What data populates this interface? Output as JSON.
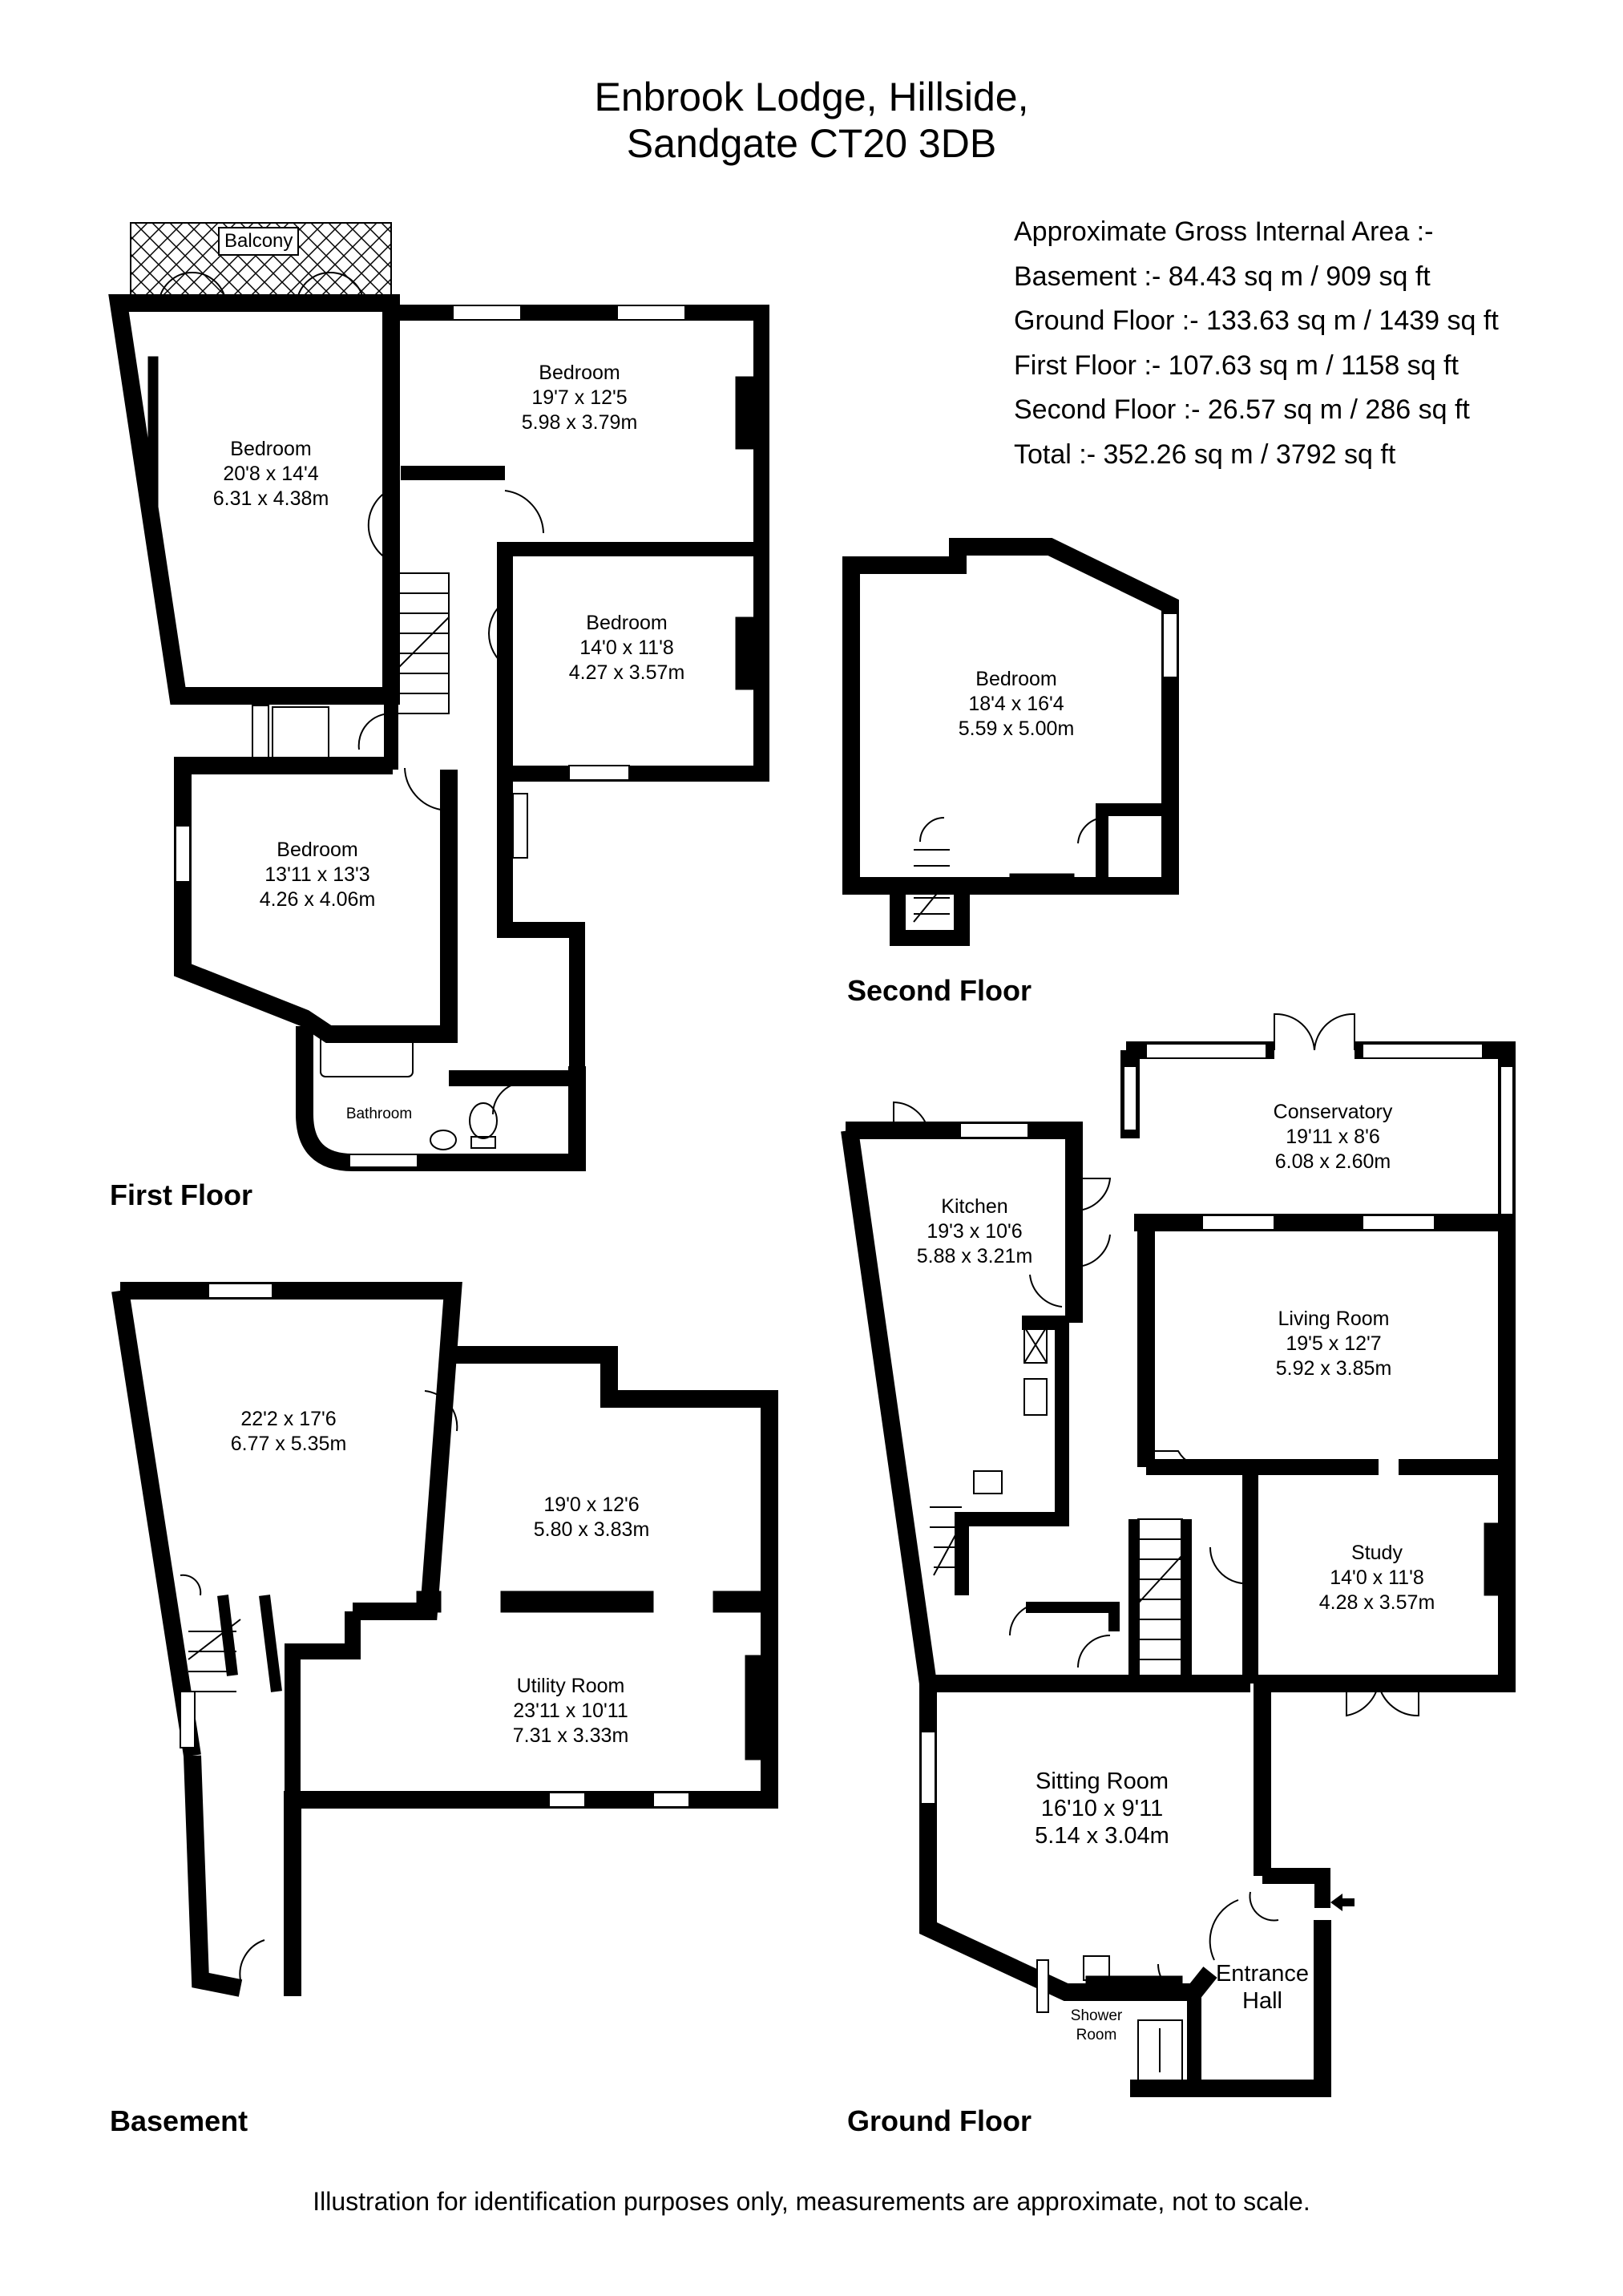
{
  "header": {
    "title_line1": "Enbrook Lodge, Hillside,",
    "title_line2": "Sandgate CT20 3DB"
  },
  "area_summary": {
    "heading": "Approximate Gross Internal Area :-",
    "rows": [
      {
        "text": "Basement :- 84.43 sq m / 909 sq ft"
      },
      {
        "text": "Ground Floor :- 133.63 sq m / 1439 sq ft"
      },
      {
        "text": "First Floor :- 107.63 sq m / 1158 sq ft"
      },
      {
        "text": "Second Floor :- 26.57 sq m / 286 sq ft"
      },
      {
        "text": "Total :- 352.26 sq m / 3792 sq ft"
      }
    ]
  },
  "floors": {
    "first": {
      "label": "First Floor",
      "balcony": "Balcony",
      "rooms": [
        {
          "name": "Bedroom",
          "imperial": "20'8 x 14'4",
          "metric": "6.31 x 4.38m"
        },
        {
          "name": "Bedroom",
          "imperial": "19'7 x 12'5",
          "metric": "5.98 x 3.79m"
        },
        {
          "name": "Bedroom",
          "imperial": "14'0 x 11'8",
          "metric": "4.27 x 3.57m"
        },
        {
          "name": "Bedroom",
          "imperial": "13'11 x 13'3",
          "metric": "4.26 x 4.06m"
        },
        {
          "name": "Bathroom"
        }
      ]
    },
    "second": {
      "label": "Second Floor",
      "rooms": [
        {
          "name": "Bedroom",
          "imperial": "18'4 x 16'4",
          "metric": "5.59 x 5.00m"
        }
      ]
    },
    "basement": {
      "label": "Basement",
      "rooms": [
        {
          "imperial": "22'2 x 17'6",
          "metric": "6.77 x 5.35m"
        },
        {
          "imperial": "19'0 x 12'6",
          "metric": "5.80 x 3.83m"
        },
        {
          "name": "Utility Room",
          "imperial": "23'11 x 10'11",
          "metric": "7.31 x 3.33m"
        }
      ]
    },
    "ground": {
      "label": "Ground Floor",
      "rooms": [
        {
          "name": "Conservatory",
          "imperial": "19'11 x 8'6",
          "metric": "6.08 x 2.60m"
        },
        {
          "name": "Kitchen",
          "imperial": "19'3 x 10'6",
          "metric": "5.88 x 3.21m"
        },
        {
          "name": "Living Room",
          "imperial": "19'5 x 12'7",
          "metric": "5.92 x 3.85m"
        },
        {
          "name": "Study",
          "imperial": "14'0 x 11'8",
          "metric": "4.28 x 3.57m"
        },
        {
          "name": "Sitting Room",
          "imperial": "16'10 x 9'11",
          "metric": "5.14 x 3.04m"
        },
        {
          "name_line1": "Shower",
          "name_line2": "Room"
        },
        {
          "name_line1": "Entrance",
          "name_line2": "Hall"
        }
      ]
    }
  },
  "footer": {
    "disclaimer": "Illustration for identification purposes only, measurements are approximate, not to scale."
  },
  "colors": {
    "wall": "#000000",
    "background": "#ffffff"
  }
}
